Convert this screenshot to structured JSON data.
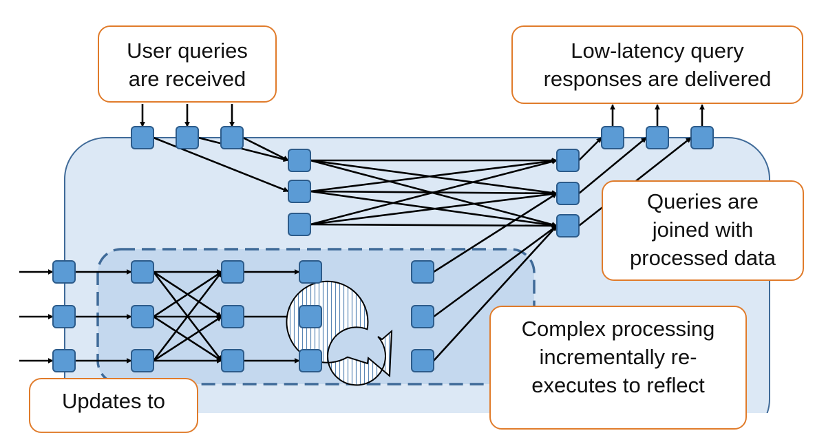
{
  "colors": {
    "background": "#ffffff",
    "system_fill": "#dce8f5",
    "system_stroke": "#3f6a98",
    "processing_fill": "#c4d8ee",
    "node_fill": "#5b9bd5",
    "node_stroke": "#2c5b8a",
    "edge": "#000000",
    "callout_border": "#e07b2a",
    "loop_hatch": "#5b87b5"
  },
  "icons": {
    "cycle": "refresh-cycle-icon"
  },
  "callouts": {
    "user_queries": {
      "lines": [
        "User queries",
        "are received"
      ]
    },
    "responses": {
      "lines": [
        "Low-latency query",
        "responses are delivered"
      ]
    },
    "joined": {
      "lines": [
        "Queries are",
        "joined with",
        "processed data"
      ]
    },
    "complex": {
      "lines": [
        "Complex processing",
        "incrementally re-",
        "executes to reflect"
      ]
    },
    "updates": {
      "lines": [
        "Updates to"
      ]
    }
  }
}
